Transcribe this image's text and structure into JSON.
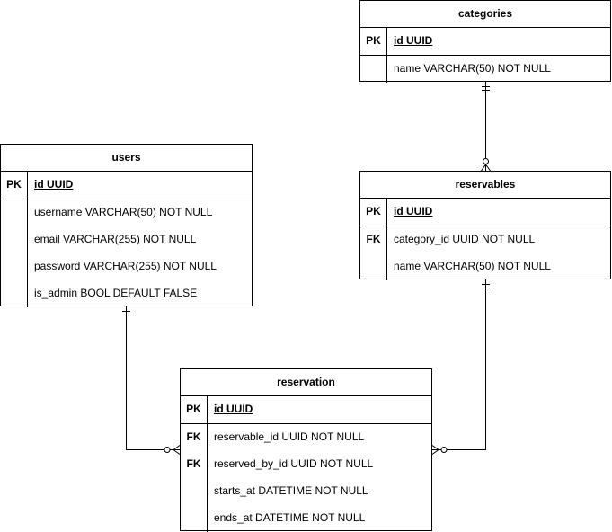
{
  "entities": {
    "categories": {
      "title": "categories",
      "pk": {
        "key": "PK",
        "field": "id UUID"
      },
      "fields": [
        {
          "key": "",
          "field": "name VARCHAR(50) NOT NULL"
        }
      ]
    },
    "users": {
      "title": "users",
      "pk": {
        "key": "PK",
        "field": "id UUID"
      },
      "fields": [
        {
          "key": "",
          "field": "username VARCHAR(50) NOT NULL"
        },
        {
          "key": "",
          "field": "email VARCHAR(255) NOT NULL"
        },
        {
          "key": "",
          "field": "password VARCHAR(255) NOT NULL"
        },
        {
          "key": "",
          "field": "is_admin BOOL DEFAULT FALSE"
        }
      ]
    },
    "reservables": {
      "title": "reservables",
      "pk": {
        "key": "PK",
        "field": "id UUID"
      },
      "fields": [
        {
          "key": "FK",
          "field": "category_id UUID NOT NULL"
        },
        {
          "key": "",
          "field": "name VARCHAR(50) NOT NULL"
        }
      ]
    },
    "reservation": {
      "title": "reservation",
      "pk": {
        "key": "PK",
        "field": "id UUID"
      },
      "fields": [
        {
          "key": "FK",
          "field": "reservable_id UUID NOT NULL"
        },
        {
          "key": "FK",
          "field": "reserved_by_id UUID NOT NULL"
        },
        {
          "key": "",
          "field": "starts_at DATETIME NOT NULL"
        },
        {
          "key": "",
          "field": "ends_at DATETIME NOT NULL"
        }
      ]
    }
  },
  "relationships": [
    {
      "from": "categories",
      "to": "reservables",
      "from_cardinality": "one-and-only-one",
      "to_cardinality": "zero-or-many"
    },
    {
      "from": "users",
      "to": "reservation",
      "from_cardinality": "one-and-only-one",
      "to_cardinality": "zero-or-many"
    },
    {
      "from": "reservables",
      "to": "reservation",
      "from_cardinality": "one-and-only-one",
      "to_cardinality": "zero-or-many"
    }
  ],
  "colors": {
    "line": "#000000",
    "background": "#ffffff"
  }
}
